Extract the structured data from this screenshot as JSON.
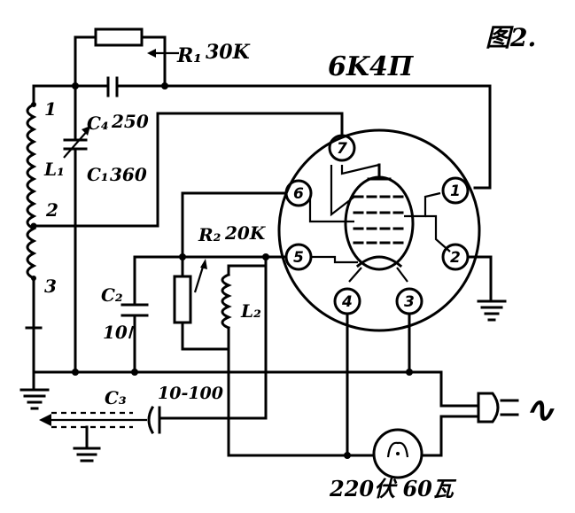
{
  "figure_label": "图2.",
  "tube_type": "6K4Π",
  "components": {
    "r1": {
      "name": "R₁",
      "value": "30K"
    },
    "r2": {
      "name": "R₂",
      "value": "20K"
    },
    "c4": {
      "name": "C₄",
      "value": "250"
    },
    "c1": {
      "name": "C₁",
      "value": "360"
    },
    "c2": {
      "name": "C₂",
      "value": "10"
    },
    "c3": {
      "name": "C₃",
      "value": "10-100"
    },
    "l1": {
      "name": "L₁"
    },
    "l2": {
      "name": "L₂"
    }
  },
  "coil_taps": [
    "1",
    "2",
    "3"
  ],
  "tube_pins": [
    "1",
    "2",
    "3",
    "4",
    "5",
    "6",
    "7"
  ],
  "lamp_caption": "220伏 60瓦",
  "ac_symbol": "∿"
}
